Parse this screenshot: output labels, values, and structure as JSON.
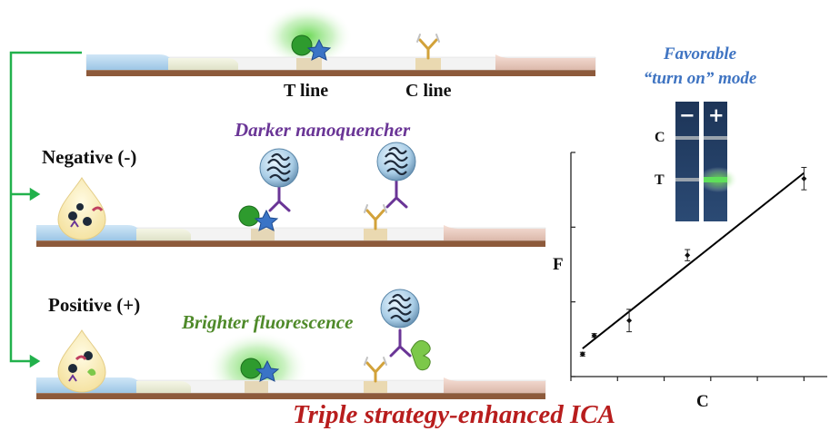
{
  "strip_labels": {
    "t_line": "T line",
    "c_line": "C line"
  },
  "favorable": {
    "line1": "Favorable",
    "line2": "“turn on” mode"
  },
  "darker_nanoquencher": "Darker nanoquencher",
  "negative_label": "Negative (-)",
  "positive_label": "Positive (+)",
  "brighter_fluorescence": "Brighter fluorescence",
  "title": "Triple strategy-enhanced ICA",
  "test_strip_inset": {
    "minus": "−",
    "plus": "+",
    "c": "C",
    "t": "T"
  },
  "colors": {
    "title": "#b81d1d",
    "quencher_text": "#6a3596",
    "fluorescence_text": "#4f8a2a",
    "mode_text": "#3f74c2",
    "bracket": "#22b14c",
    "fluorescence_glow": "#64d74c",
    "strip_card": "#213a5e"
  },
  "chart_data": {
    "type": "scatter",
    "xlabel": "C",
    "ylabel": "F",
    "points": [
      {
        "x": 0.5,
        "y": 0.6,
        "err": 0.05
      },
      {
        "x": 1.0,
        "y": 1.1,
        "err": 0.05
      },
      {
        "x": 2.5,
        "y": 1.5,
        "err": 0.3
      },
      {
        "x": 5.0,
        "y": 3.25,
        "err": 0.15
      },
      {
        "x": 10.0,
        "y": 5.3,
        "err": 0.3
      }
    ],
    "fit_line": {
      "x": [
        0.5,
        10.0
      ],
      "y": [
        0.75,
        5.45
      ]
    },
    "xlim": [
      0,
      11
    ],
    "ylim": [
      0,
      6
    ],
    "x_ticks": [
      0,
      2,
      4,
      6,
      8,
      10
    ],
    "y_ticks": [
      0,
      2,
      4,
      6
    ],
    "tick_labels_shown": false,
    "grid": false
  }
}
